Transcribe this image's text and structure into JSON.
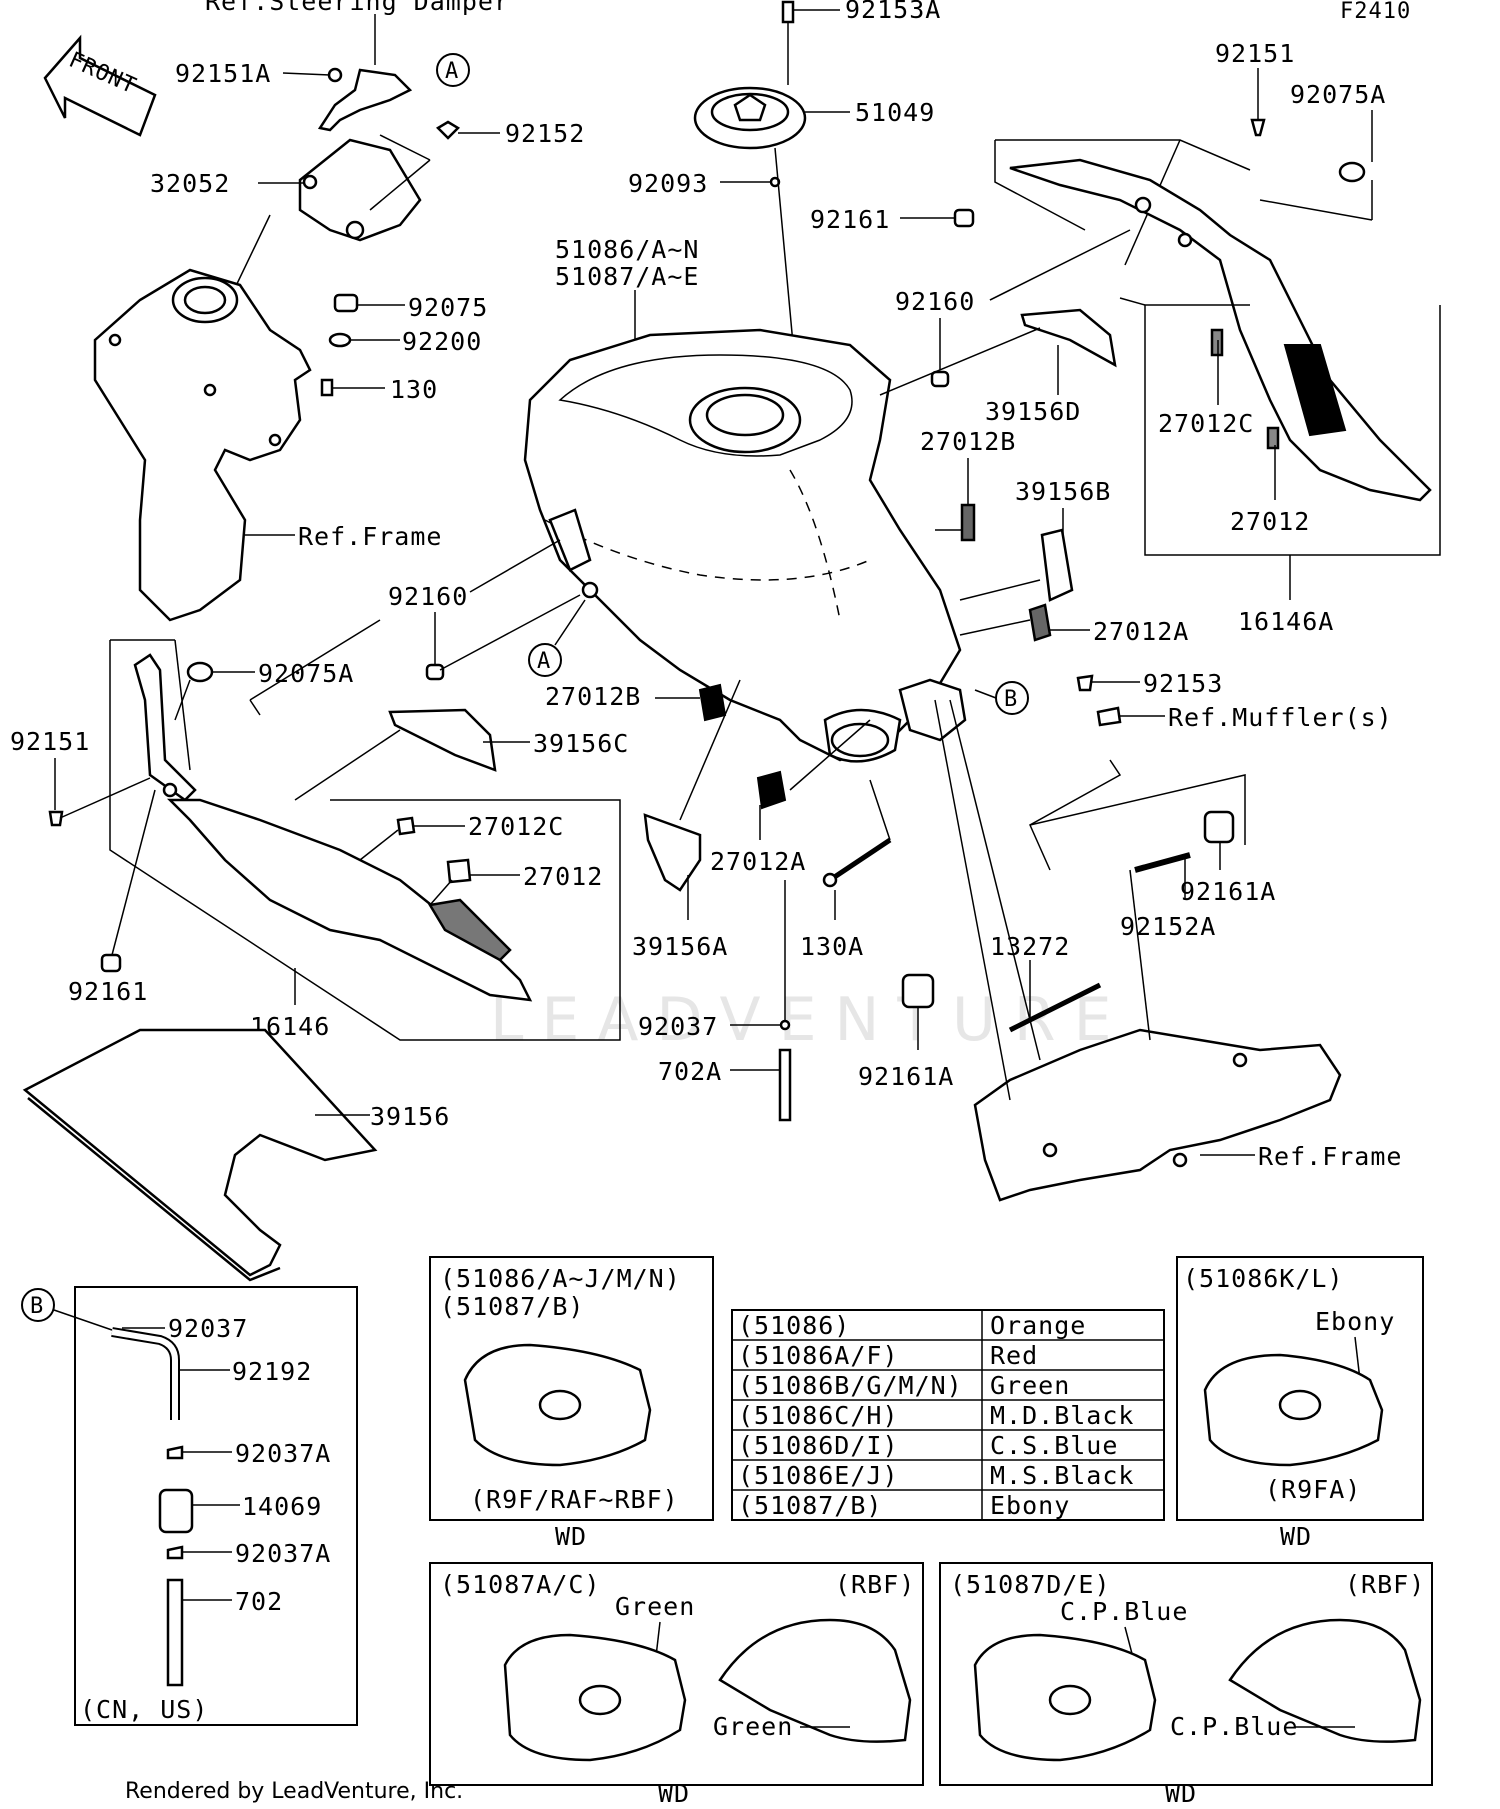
{
  "diagram_code": "F2410",
  "front_label": "FRONT",
  "watermark": "LEADVENTURE",
  "footer": "Rendered by LeadVenture, Inc.",
  "callout_a": "A",
  "callout_b": "B",
  "parts": {
    "ref_steering": "Ref.Steering Damper",
    "p92151A": "92151A",
    "p92152": "92152",
    "p32052": "32052",
    "p92075": "92075",
    "p92200": "92200",
    "p130": "130",
    "ref_frame_1": "Ref.Frame",
    "p92153A": "92153A",
    "p51049": "51049",
    "p92093": "92093",
    "p51086": "51086/A~N",
    "p51087": "51087/A~E",
    "p92161_top": "92161",
    "p92160_top": "92160",
    "p92151_top": "92151",
    "p92075A_top": "92075A",
    "p39156D": "39156D",
    "p27012B_top": "27012B",
    "p27012C_top": "27012C",
    "p27012_top": "27012",
    "p16146A": "16146A",
    "p39156B": "39156B",
    "p27012A_top": "27012A",
    "p92160_left": "92160",
    "p92075A_left": "92075A",
    "p92151_left": "92151",
    "p39156C": "39156C",
    "p27012C_left": "27012C",
    "p27012_left": "27012",
    "p92161_left": "92161",
    "p16146": "16146",
    "p39156": "39156",
    "p27012B_mid": "27012B",
    "p27012A_mid": "27012A",
    "p39156A": "39156A",
    "p130A": "130A",
    "p92037": "92037",
    "p702A": "702A",
    "p92153": "92153",
    "ref_muffler": "Ref.Muffler(s)",
    "p92161A_right": "92161A",
    "p92152A": "92152A",
    "p13272": "13272",
    "p92161A_mid": "92161A",
    "ref_frame_2": "Ref.Frame"
  },
  "hose_box": {
    "items": [
      "92037",
      "92192",
      "92037A",
      "14069",
      "92037A",
      "702"
    ],
    "note": "(CN, US)"
  },
  "variant_box_1": {
    "line1": "(51086/A~J/M/N)",
    "line2": "(51087/B)",
    "models": "(R9F/RAF~RBF)",
    "tag": "WD"
  },
  "color_table": {
    "rows": [
      [
        "(51086)",
        "Orange"
      ],
      [
        "(51086A/F)",
        "Red"
      ],
      [
        "(51086B/G/M/N)",
        "Green"
      ],
      [
        "(51086C/H)",
        "M.D.Black"
      ],
      [
        "(51086D/I)",
        "C.S.Blue"
      ],
      [
        "(51086E/J)",
        "M.S.Black"
      ],
      [
        "(51087/B)",
        "Ebony"
      ]
    ]
  },
  "variant_box_2": {
    "line1": "(51086K/L)",
    "color": "Ebony",
    "models": "(R9FA)",
    "tag": "WD"
  },
  "variant_box_3": {
    "line1": "(51087A/C)",
    "models": "(RBF)",
    "color_a": "Green",
    "color_b": "Green",
    "tag": "WD"
  },
  "variant_box_4": {
    "line1": "(51087D/E)",
    "models": "(RBF)",
    "color_a": "C.P.Blue",
    "color_b": "C.P.Blue",
    "tag": "WD"
  }
}
